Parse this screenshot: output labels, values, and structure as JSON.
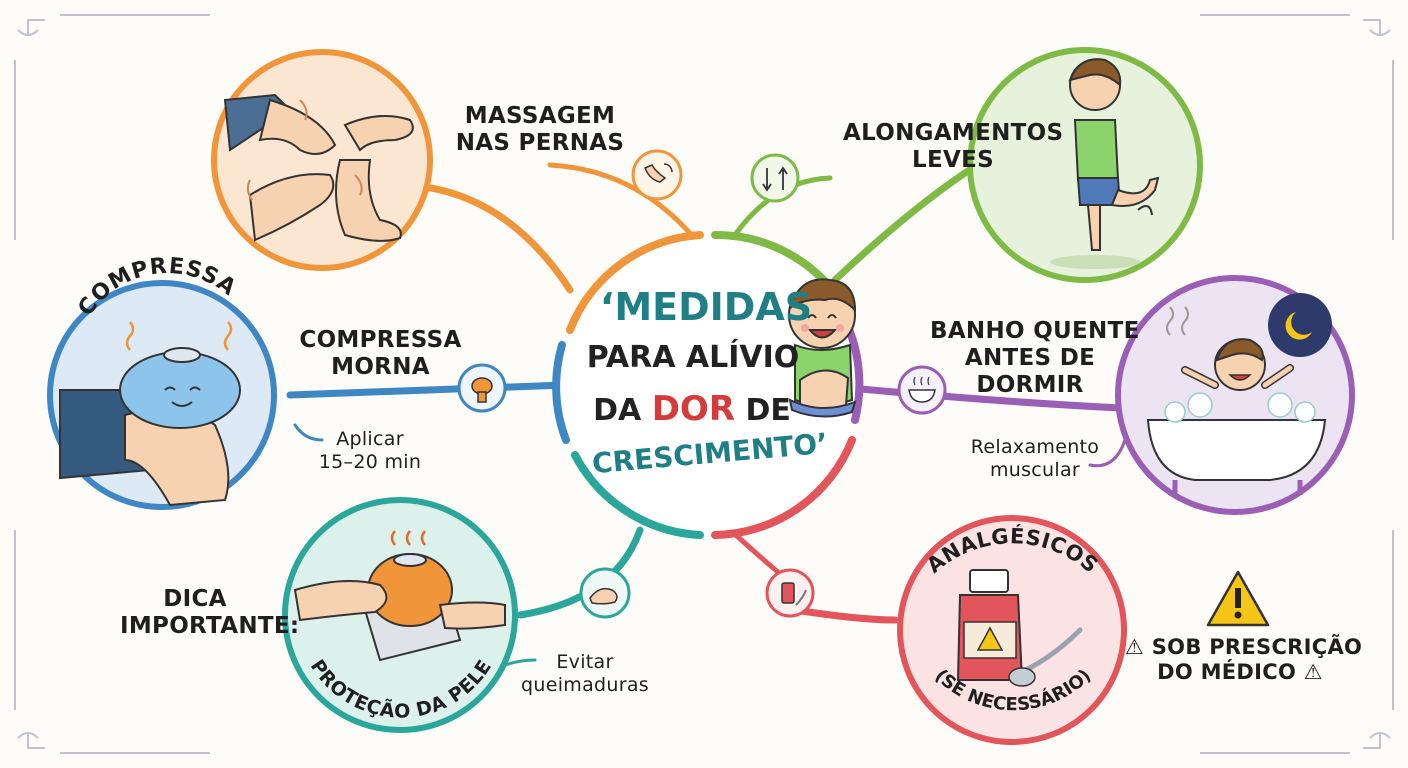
{
  "title": {
    "line1": "‘MEDIDAS",
    "line2": "PARA ALÍVIO",
    "line3_pre": "DA",
    "line3_hl": "DOR",
    "line3_post": "DE",
    "line4": "CRESCIMENTO’"
  },
  "branches": {
    "massage": {
      "label": "MASSAGEM\nNAS PERNAS",
      "color": "#f0953a",
      "icon": "legs-massage-icon"
    },
    "stretch": {
      "label": "ALONGAMENTOS\nLEVES",
      "color": "#7fba45",
      "icon": "stretch-arrows-icon"
    },
    "compress": {
      "label": "COMPRESSA\nMORNA",
      "note": "Aplicar\n15–20 min",
      "badge": "COMPRESSA",
      "color": "#3f86c4",
      "icon": "hot-water-bag-icon"
    },
    "bath": {
      "label": "BANHO QUENTE\nANTES DE\nDORMIR",
      "note": "Relaxamento\nmuscular",
      "color": "#9a5fb4",
      "icon": "bathtub-icon"
    },
    "skin": {
      "label": "DICA\nIMPORTANTE:",
      "note": "Evitar\nqueimaduras",
      "badge": "PROTEÇÃO DA PELE",
      "color": "#2aa69a",
      "icon": "towel-hands-icon"
    },
    "meds": {
      "note": "⚠ SOB PRESCRIÇÃO\nDO MÉDICO ⚠",
      "badge_top": "ANALGÉSICOS",
      "badge_bottom": "(SE NECESSÁRIO)",
      "color": "#e2555a",
      "icon": "medicine-bottle-icon"
    }
  },
  "colors": {
    "title_teal": "#1f7f84",
    "title_dark": "#222222",
    "title_red": "#d63b3b",
    "ring": "#8a8a8a",
    "warning": "#f5c518"
  }
}
